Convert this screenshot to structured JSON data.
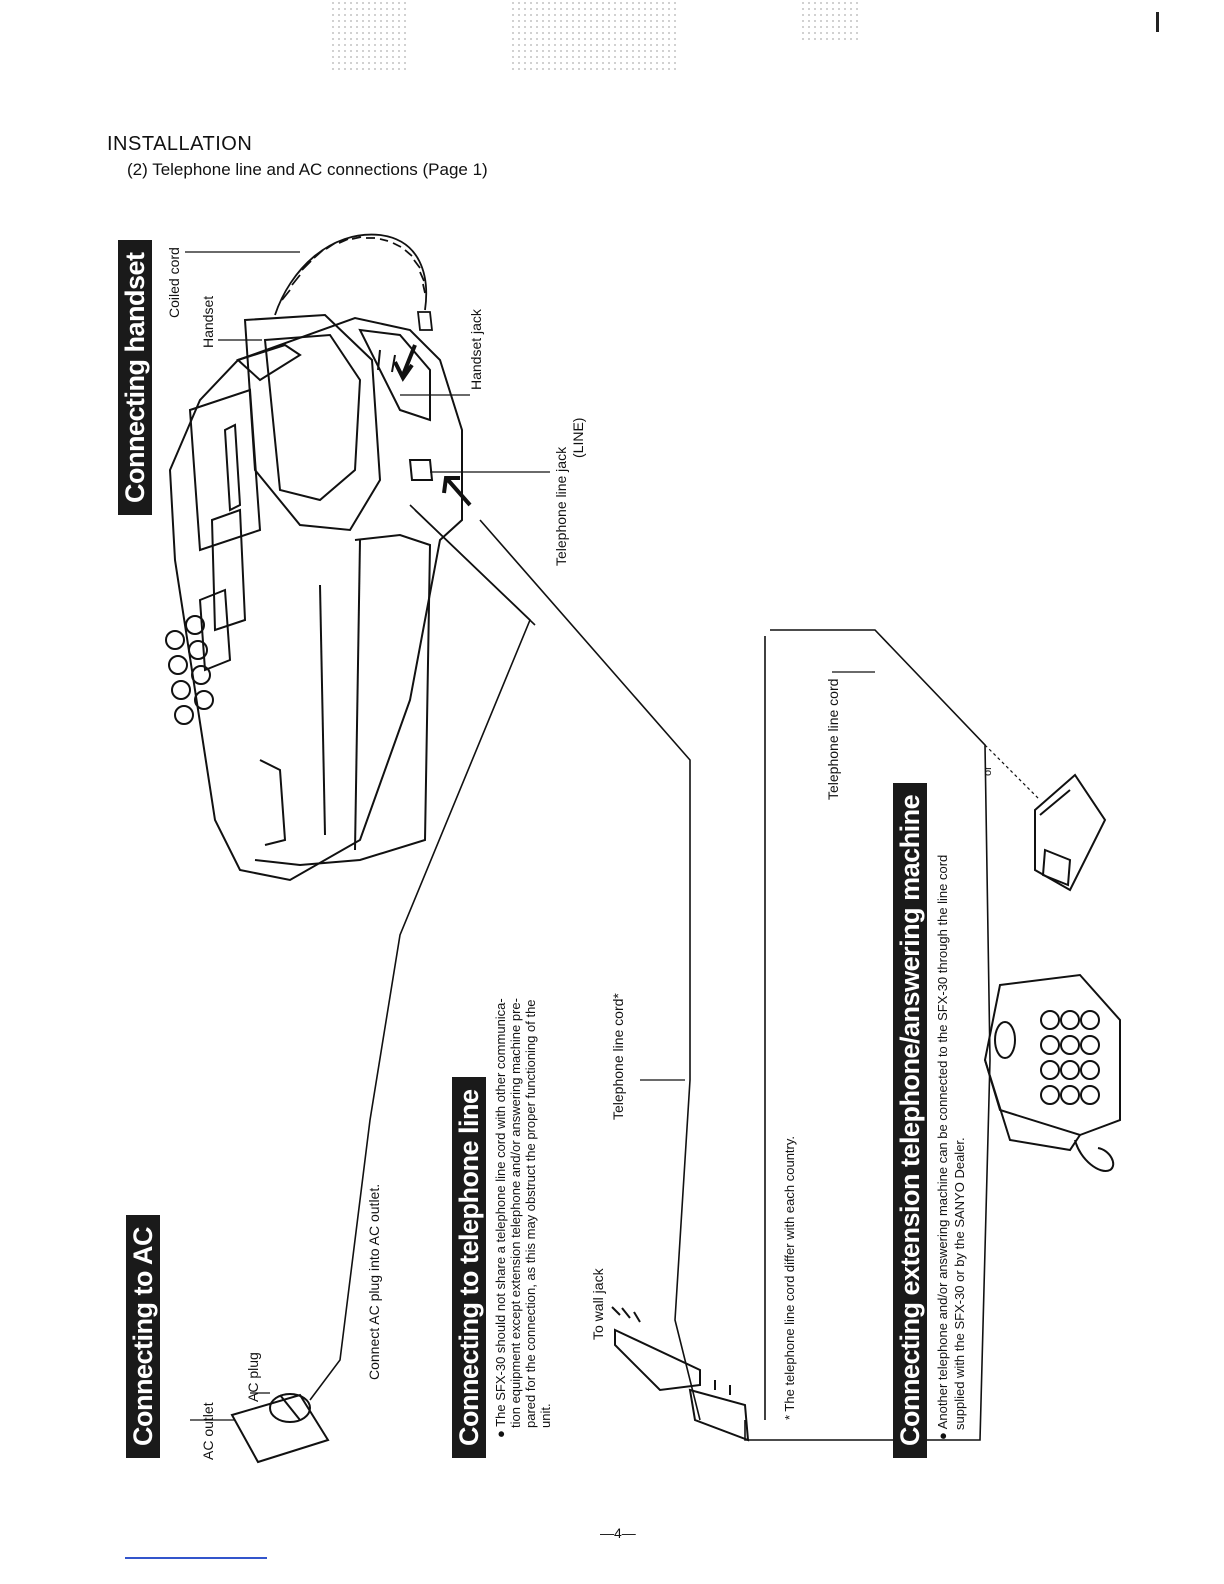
{
  "header": {
    "title": "INSTALLATION",
    "subtitle": "(2) Telephone line and AC connections (Page 1)"
  },
  "sections": {
    "handset": {
      "banner": "Connecting handset",
      "labels": {
        "coiled_cord": "Coiled cord",
        "handset": "Handset",
        "handset_jack": "Handset jack",
        "tel_jack_line1": "Telephone line jack",
        "tel_jack_line2": "(LINE)"
      }
    },
    "ac": {
      "banner": "Connecting to AC",
      "labels": {
        "ac_outlet": "AC outlet",
        "ac_plug": "AC plug",
        "instruction": "Connect AC plug into AC outlet."
      }
    },
    "telephone_line": {
      "banner": "Connecting to telephone line",
      "body_lines": [
        "● The SFX-30 should not share a telephone line cord with other communica-",
        "tion equipment except extension telephone and/or answering machine pre-",
        "pared for the connection, as this may obstruct the proper functioning of the",
        "unit."
      ],
      "labels": {
        "to_wall_jack": "To wall jack",
        "telephone_line_cord": "Telephone line cord*"
      },
      "footnote": "* The telephone line cord differ with each country."
    },
    "extension": {
      "banner": "Connecting extension telephone/answering machine",
      "body_lines": [
        "● Another telephone and/or answering machine can be connected to the SFX-30 through the line cord",
        "supplied with the SFX-30 or by the SANYO Dealer."
      ],
      "labels": {
        "telephone_line_cord": "Telephone line cord",
        "or": "or"
      }
    }
  },
  "page_number": "—4—"
}
